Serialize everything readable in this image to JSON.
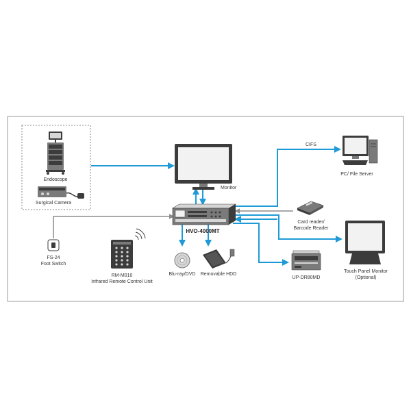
{
  "colors": {
    "frame": "#9a9a9a",
    "video_link": "#1e9ad6",
    "control_link": "#8c8c8c",
    "device_dark": "#3c3c3c",
    "device_mid": "#7a7a7a",
    "device_light": "#d6d6d6",
    "screen": "#f2f2f2"
  },
  "labels": {
    "endoscope": "Endoscope",
    "surgical_camera": "Surgical Camera",
    "monitor": "Monitor",
    "recorder": "HVO-4000MT",
    "cifs": "CIFS",
    "pc_server": "PC/ File Server",
    "card_reader_1": "Card reader/",
    "card_reader_2": "Barcode Reader",
    "touch_monitor_1": "Touch Panel Monitor",
    "touch_monitor_2": "(Optional)",
    "printer": "UP-DR80MD",
    "bluray": "Blu-ray/DVD",
    "hdd": "Removable HDD",
    "foot_switch_1": "FS-24",
    "foot_switch_2": "Foot Switch",
    "remote_1": "RM-M010",
    "remote_2": "Infrared Remote Control Unit"
  }
}
